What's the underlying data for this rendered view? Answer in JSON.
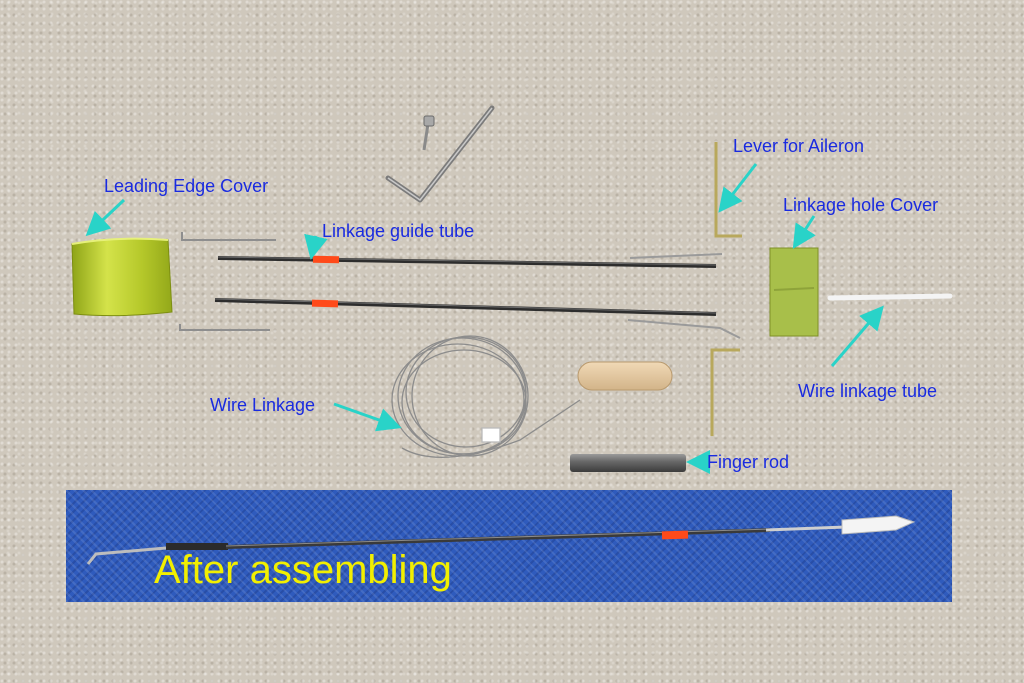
{
  "labels": {
    "leading_edge_cover": "Leading Edge Cover",
    "linkage_guide_tube": "Linkage guide tube",
    "lever_for_aileron": "Lever for Aileron",
    "linkage_hole_cover": "Linkage hole Cover",
    "wire_linkage": "Wire Linkage",
    "wire_linkage_tube": "Wire linkage tube",
    "finger_rod": "Finger rod",
    "after_assembling": "After assembling"
  },
  "colors": {
    "label_text": "#1a2be0",
    "arrow": "#29d3c8",
    "after_label": "#f2ef00",
    "carpet": "#cfc8bc",
    "mat": "#2f5bbd",
    "cover_green": "#b7c92a",
    "tube_marker": "#ff4a1a"
  }
}
